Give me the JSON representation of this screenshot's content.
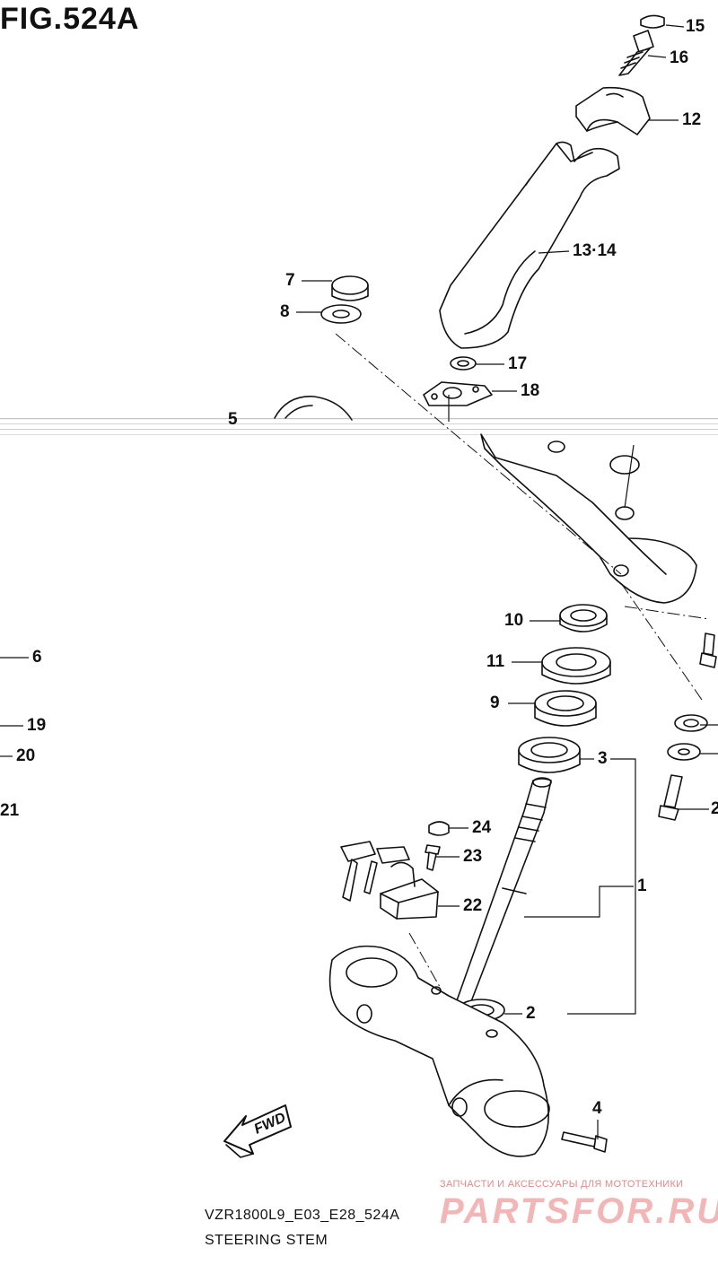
{
  "figure": {
    "title": "FIG.524A",
    "model_code": "VZR1800L9_E03_E28_524A",
    "section_name": "STEERING STEM",
    "fwd_label": "FWD"
  },
  "callouts": [
    {
      "id": "15",
      "label": "15"
    },
    {
      "id": "16",
      "label": "16"
    },
    {
      "id": "12",
      "label": "12"
    },
    {
      "id": "13-14",
      "label": "13·14"
    },
    {
      "id": "7",
      "label": "7"
    },
    {
      "id": "8",
      "label": "8"
    },
    {
      "id": "17",
      "label": "17"
    },
    {
      "id": "18",
      "label": "18"
    },
    {
      "id": "5",
      "label": "5"
    },
    {
      "id": "10",
      "label": "10"
    },
    {
      "id": "11",
      "label": "11"
    },
    {
      "id": "9",
      "label": "9"
    },
    {
      "id": "3",
      "label": "3"
    },
    {
      "id": "6",
      "label": "6"
    },
    {
      "id": "19",
      "label": "19"
    },
    {
      "id": "20",
      "label": "20"
    },
    {
      "id": "21",
      "label": "21"
    },
    {
      "id": "24",
      "label": "24"
    },
    {
      "id": "23",
      "label": "23"
    },
    {
      "id": "22",
      "label": "22"
    },
    {
      "id": "1",
      "label": "1"
    },
    {
      "id": "2",
      "label": "2"
    },
    {
      "id": "4",
      "label": "4"
    },
    {
      "id": "2b",
      "label": "2"
    }
  ],
  "watermark": {
    "tagline": "ЗАПЧАСТИ И АКСЕССУАРЫ ДЛЯ МОТОТЕХНИКИ",
    "brand": "PARTSFOR.RU",
    "color": "#e05050"
  }
}
